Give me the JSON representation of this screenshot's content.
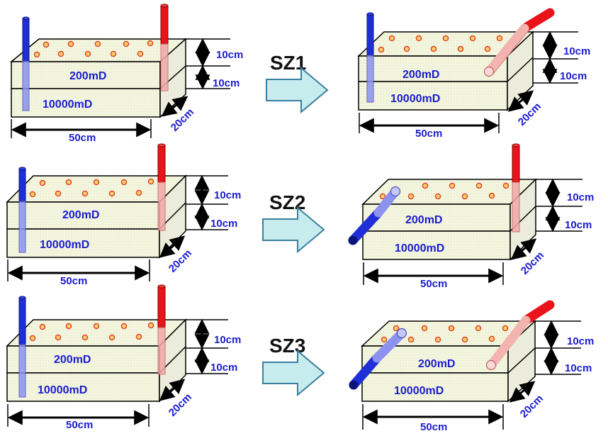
{
  "colors": {
    "producer_well": "#e8141a",
    "injector_well": "#1f2fd8",
    "label_text": "#1c1ccf",
    "arrow_fill": "#c6ecee",
    "arrow_stroke": "#3a7fa0",
    "block_fill": "#f6f8e2"
  },
  "scenarios": [
    {
      "name": "SZ1",
      "left": {
        "top_perm": "200mD",
        "bottom_perm": "10000mD",
        "top_thickness": "10cm",
        "bottom_thickness": "10cm",
        "length": "50cm",
        "width": "20cm"
      },
      "right": {
        "top_perm": "200mD",
        "bottom_perm": "10000mD",
        "top_thickness": "10cm",
        "bottom_thickness": "10cm",
        "length": "50cm",
        "width": "20cm"
      }
    },
    {
      "name": "SZ2",
      "left": {
        "top_perm": "200mD",
        "bottom_perm": "10000mD",
        "top_thickness": "10cm",
        "bottom_thickness": "10cm",
        "length": "50cm",
        "width": "20cm"
      },
      "right": {
        "top_perm": "200mD",
        "bottom_perm": "10000mD",
        "top_thickness": "10cm",
        "bottom_thickness": "10cm",
        "length": "50cm",
        "width": "20cm"
      }
    },
    {
      "name": "SZ3",
      "left": {
        "top_perm": "200mD",
        "bottom_perm": "10000mD",
        "top_thickness": "10cm",
        "bottom_thickness": "10cm",
        "length": "50cm",
        "width": "20cm"
      },
      "right": {
        "top_perm": "200mD",
        "bottom_perm": "10000mD",
        "top_thickness": "10cm",
        "bottom_thickness": "10cm",
        "length": "50cm",
        "width": "20cm"
      }
    }
  ]
}
